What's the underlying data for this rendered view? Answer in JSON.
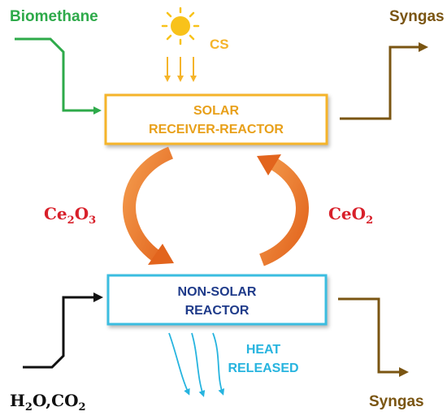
{
  "labels": {
    "biomethane": "Biomethane",
    "syngas_top": "Syngas",
    "syngas_bottom": "Syngas",
    "cs": "CS",
    "heat_line1": "HEAT",
    "heat_line2": "RELEASED"
  },
  "solar_reactor": {
    "line1": "SOLAR",
    "line2": "RECEIVER-REACTOR"
  },
  "nonsolar_reactor": {
    "line1": "NON-SOLAR",
    "line2": "REACTOR"
  },
  "chemicals": {
    "ce2o3": {
      "base1": "Ce",
      "sub1": "2",
      "base2": "O",
      "sub2": "3"
    },
    "ceo2": {
      "base1": "CeO",
      "sub1": "2"
    },
    "feed": {
      "base1": "H",
      "sub1": "2",
      "base2": "O,CO",
      "sub2": "2"
    }
  },
  "colors": {
    "green": "#2eaa4a",
    "brown": "#7a5512",
    "orange": "#ee7a2d",
    "solar_box": "#f5b42a",
    "cyan_box": "#3bbde0",
    "sun": "#f8c21a",
    "red": "#d8202a",
    "heat": "#27b4df",
    "navy": "#1f3b8a",
    "black": "#111111"
  },
  "icons": {
    "sun": "sun-icon",
    "rays": "light-arrow-icon",
    "cycle": "cycle-arrow-icon",
    "heat": "wavy-arrow-icon"
  }
}
